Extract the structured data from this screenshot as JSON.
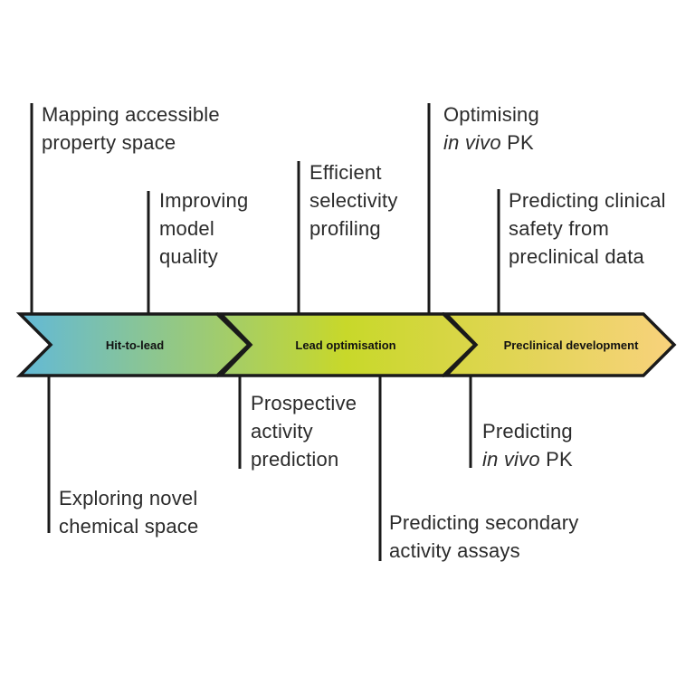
{
  "stages": [
    {
      "label": "Hit-to-lead"
    },
    {
      "label": "Lead optimisation"
    },
    {
      "label": "Preclinical development"
    }
  ],
  "top_labels": [
    {
      "lines": [
        "Mapping accessible",
        "property space"
      ]
    },
    {
      "lines": [
        "Improving",
        "model",
        "quality"
      ]
    },
    {
      "lines": [
        "Efficient",
        "selectivity",
        "profiling"
      ]
    },
    {
      "lines": [
        "Optimising",
        "in vivo PK"
      ]
    },
    {
      "lines": [
        "Predicting clinical",
        "safety from",
        "preclinical data"
      ]
    }
  ],
  "bottom_labels": [
    {
      "lines": [
        "Exploring novel",
        "chemical space"
      ]
    },
    {
      "lines": [
        "Prospective",
        "activity",
        "prediction"
      ]
    },
    {
      "lines": [
        "Predicting secondary",
        "activity assays"
      ]
    },
    {
      "lines": [
        "Predicting",
        "in vivo PK"
      ]
    }
  ],
  "colors": {
    "gradient_start": "#62b9d8",
    "gradient_mid": "#c8d82a",
    "gradient_end": "#f8d27c",
    "outline": "#1a1a1a"
  }
}
